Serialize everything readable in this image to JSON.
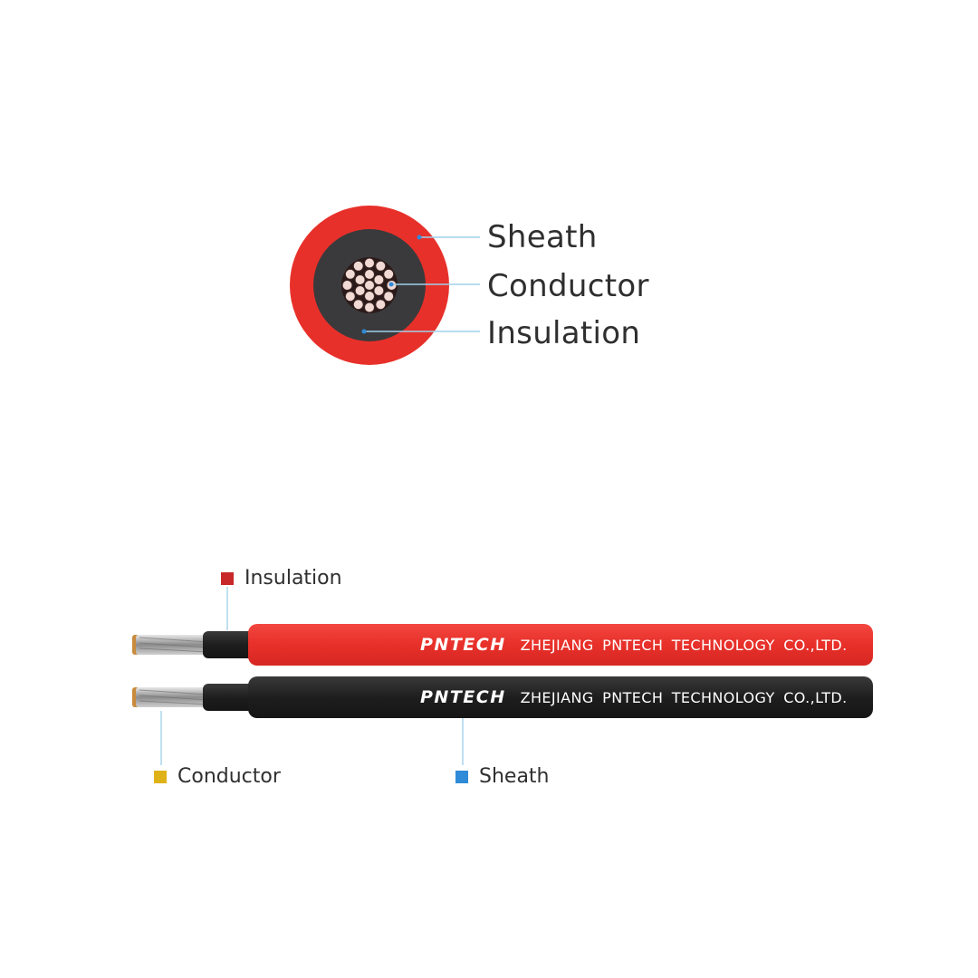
{
  "cross_section": {
    "labels": {
      "sheath": "Sheath",
      "conductor": "Conductor",
      "insulation": "Insulation"
    }
  },
  "cable_view": {
    "top_cable": {
      "brand": "PNTECH",
      "company": "ZHEJIANG PNTECH TECHNOLOGY CO.,LTD."
    },
    "bottom_cable": {
      "brand": "PNTECH",
      "company": "ZHEJIANG PNTECH TECHNOLOGY CO.,LTD."
    },
    "legend": {
      "insulation": "Insulation",
      "conductor": "Conductor",
      "sheath": "Sheath"
    }
  },
  "colors": {
    "red": "#e8302a",
    "black": "#1e1e1e",
    "marker_insulation": "#c8282a",
    "marker_conductor": "#e0b21a",
    "marker_sheath": "#2f8ad8",
    "leader_line": "#9fd0ea"
  }
}
